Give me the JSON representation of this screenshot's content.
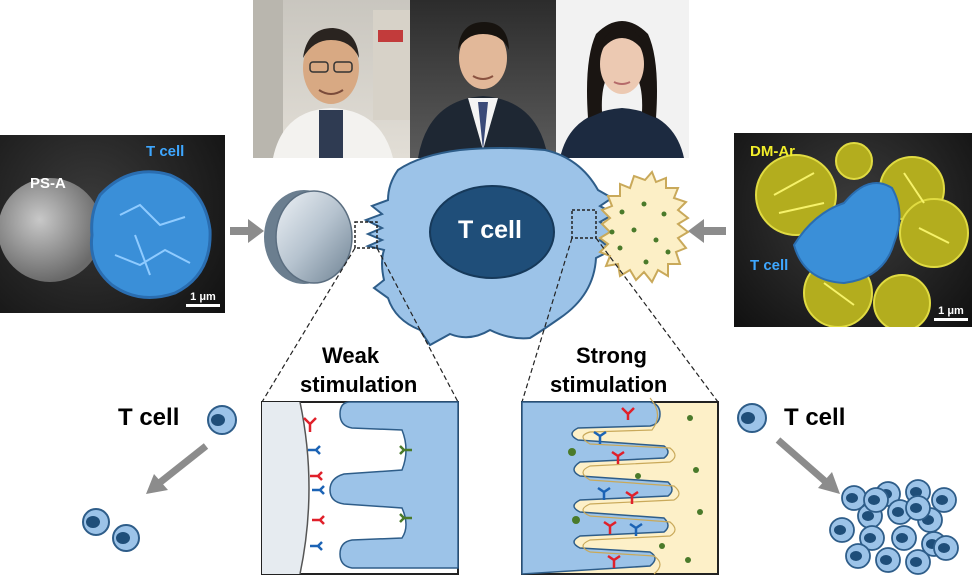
{
  "sem_left": {
    "particle_label": "PS-A",
    "cell_label": "T cell",
    "scale_bar": "1 μm"
  },
  "sem_right": {
    "particle_label": "DM-Ar",
    "cell_label": "T cell",
    "scale_bar": "1 μm"
  },
  "center": {
    "nucleus_label": "T cell"
  },
  "weak": {
    "title_line1": "Weak",
    "title_line2": "stimulation",
    "side_label": "T cell"
  },
  "strong": {
    "title_line1": "Strong",
    "title_line2": "stimulation",
    "side_label": "T cell"
  },
  "colors": {
    "tcell_blue": "#9cc3e8",
    "tcell_outline": "#2e5d89",
    "nucleus": "#1f4e79",
    "antibody_red": "#e0202a",
    "receptor_blue": "#1b63b5",
    "ligand_green": "#4a7a2a",
    "particle_cream": "#fcefc6",
    "particle_outline": "#c9a95a"
  },
  "photos": [
    "portrait-1",
    "portrait-2",
    "portrait-3"
  ]
}
